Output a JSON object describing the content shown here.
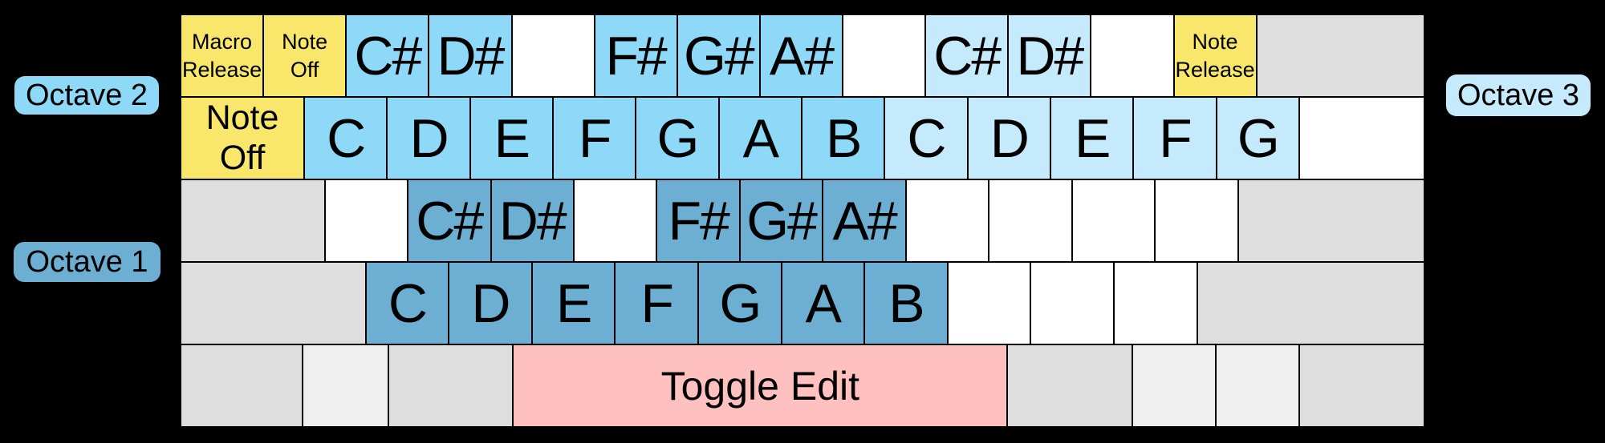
{
  "palette": {
    "background": "#000000",
    "key_border": "#000000",
    "yellow": "#F8E76B",
    "octave2_blue": "#8ED9F8",
    "octave3_blue": "#C5EAFB",
    "octave1_blue": "#6CAFD2",
    "pink": "#FFC0C0",
    "gray": "#DEDEDE",
    "light_gray": "#EFEFEF",
    "white": "#FFFFFF",
    "text": "#000000"
  },
  "labels": {
    "octave1": "Octave 1",
    "octave2": "Octave 2",
    "octave3": "Octave 3"
  },
  "keyboard": {
    "rows": [
      {
        "keys": [
          {
            "label": "Macro\nRelease",
            "color": "yellow",
            "w": 1,
            "size": "small"
          },
          {
            "label": "Note\nOff",
            "color": "yellow",
            "w": 1,
            "size": "small"
          },
          {
            "label": "C#",
            "color": "octave2_blue",
            "w": 1,
            "size": "note"
          },
          {
            "label": "D#",
            "color": "octave2_blue",
            "w": 1,
            "size": "note"
          },
          {
            "label": "",
            "color": "white",
            "w": 1
          },
          {
            "label": "F#",
            "color": "octave2_blue",
            "w": 1,
            "size": "note"
          },
          {
            "label": "G#",
            "color": "octave2_blue",
            "w": 1,
            "size": "note"
          },
          {
            "label": "A#",
            "color": "octave2_blue",
            "w": 1,
            "size": "note"
          },
          {
            "label": "",
            "color": "white",
            "w": 1
          },
          {
            "label": "C#",
            "color": "octave3_blue",
            "w": 1,
            "size": "note"
          },
          {
            "label": "D#",
            "color": "octave3_blue",
            "w": 1,
            "size": "note"
          },
          {
            "label": "",
            "color": "white",
            "w": 1
          },
          {
            "label": "Note\nRelease",
            "color": "yellow",
            "w": 1,
            "size": "small"
          },
          {
            "label": "",
            "color": "gray",
            "w": 2.05
          }
        ]
      },
      {
        "keys": [
          {
            "label": "Note\nOff",
            "color": "yellow",
            "w": 1.5,
            "size": "tab"
          },
          {
            "label": "C",
            "color": "octave2_blue",
            "w": 1,
            "size": "note"
          },
          {
            "label": "D",
            "color": "octave2_blue",
            "w": 1,
            "size": "note"
          },
          {
            "label": "E",
            "color": "octave2_blue",
            "w": 1,
            "size": "note"
          },
          {
            "label": "F",
            "color": "octave2_blue",
            "w": 1,
            "size": "note"
          },
          {
            "label": "G",
            "color": "octave2_blue",
            "w": 1,
            "size": "note"
          },
          {
            "label": "A",
            "color": "octave2_blue",
            "w": 1,
            "size": "note"
          },
          {
            "label": "B",
            "color": "octave2_blue",
            "w": 1,
            "size": "note"
          },
          {
            "label": "C",
            "color": "octave3_blue",
            "w": 1,
            "size": "note"
          },
          {
            "label": "D",
            "color": "octave3_blue",
            "w": 1,
            "size": "note"
          },
          {
            "label": "E",
            "color": "octave3_blue",
            "w": 1,
            "size": "note"
          },
          {
            "label": "F",
            "color": "octave3_blue",
            "w": 1,
            "size": "note"
          },
          {
            "label": "G",
            "color": "octave3_blue",
            "w": 1,
            "size": "note"
          },
          {
            "label": "",
            "color": "white",
            "w": 1.52
          }
        ]
      },
      {
        "keys": [
          {
            "label": "",
            "color": "gray",
            "w": 1.75
          },
          {
            "label": "",
            "color": "white",
            "w": 1
          },
          {
            "label": "C#",
            "color": "octave1_blue",
            "w": 1,
            "size": "note"
          },
          {
            "label": "D#",
            "color": "octave1_blue",
            "w": 1,
            "size": "note"
          },
          {
            "label": "",
            "color": "white",
            "w": 1
          },
          {
            "label": "F#",
            "color": "octave1_blue",
            "w": 1,
            "size": "note"
          },
          {
            "label": "G#",
            "color": "octave1_blue",
            "w": 1,
            "size": "note"
          },
          {
            "label": "A#",
            "color": "octave1_blue",
            "w": 1,
            "size": "note"
          },
          {
            "label": "",
            "color": "white",
            "w": 1
          },
          {
            "label": "",
            "color": "white",
            "w": 1
          },
          {
            "label": "",
            "color": "white",
            "w": 1
          },
          {
            "label": "",
            "color": "white",
            "w": 1
          },
          {
            "label": "",
            "color": "gray",
            "w": 2.27
          }
        ]
      },
      {
        "keys": [
          {
            "label": "",
            "color": "gray",
            "w": 2.25
          },
          {
            "label": "C",
            "color": "octave1_blue",
            "w": 1,
            "size": "note"
          },
          {
            "label": "D",
            "color": "octave1_blue",
            "w": 1,
            "size": "note"
          },
          {
            "label": "E",
            "color": "octave1_blue",
            "w": 1,
            "size": "note"
          },
          {
            "label": "F",
            "color": "octave1_blue",
            "w": 1,
            "size": "note"
          },
          {
            "label": "G",
            "color": "octave1_blue",
            "w": 1,
            "size": "note"
          },
          {
            "label": "A",
            "color": "octave1_blue",
            "w": 1,
            "size": "note"
          },
          {
            "label": "B",
            "color": "octave1_blue",
            "w": 1,
            "size": "note"
          },
          {
            "label": "",
            "color": "white",
            "w": 1
          },
          {
            "label": "",
            "color": "white",
            "w": 1
          },
          {
            "label": "",
            "color": "white",
            "w": 1
          },
          {
            "label": "",
            "color": "gray",
            "w": 2.77
          }
        ]
      },
      {
        "keys": [
          {
            "label": "",
            "color": "gray",
            "w": 1.47
          },
          {
            "label": "",
            "color": "light_gray",
            "w": 1.02
          },
          {
            "label": "",
            "color": "gray",
            "w": 1.5
          },
          {
            "label": "Toggle Edit",
            "color": "pink",
            "w": 6.0,
            "size": "space"
          },
          {
            "label": "",
            "color": "gray",
            "w": 1.5
          },
          {
            "label": "",
            "color": "light_gray",
            "w": 1.0
          },
          {
            "label": "",
            "color": "light_gray",
            "w": 1.0
          },
          {
            "label": "",
            "color": "gray",
            "w": 1.5
          }
        ]
      }
    ]
  }
}
